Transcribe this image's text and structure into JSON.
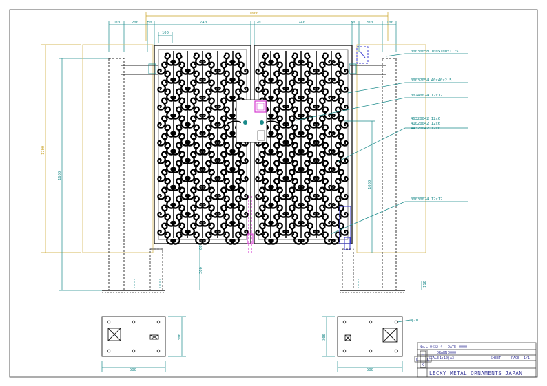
{
  "dimensions": {
    "overall_width": "1600",
    "seg_100_left": "100",
    "seg_200_left": "200",
    "seg_50_left": "50",
    "leaf_left": "740",
    "gap_center": "20",
    "leaf_right": "740",
    "seg_50_right": "50",
    "seg_200_right": "200",
    "seg_100_right": "100",
    "inner_100": "100",
    "height_outer": "1700",
    "height_inner": "1600",
    "handle_height": "1000",
    "bottom_clearance": "80",
    "foundation_depth": "300",
    "ground_right": "110",
    "base_left_width": "500",
    "base_left_height": "300",
    "base_right_width": "500",
    "base_right_height": "300",
    "hole_dia": "φ20"
  },
  "callouts": [
    "00030058 100x100x1.75",
    "00032054 40x40x2.5",
    "00240024 12x12",
    "46320042 12x6",
    "41020042 12x6",
    "44320042 12x6",
    "00030024 12x12"
  ],
  "title_block": {
    "drawing_no_label": "No.",
    "drawing_no": "L-0432-4",
    "date_label": "DATE",
    "date_value": "0000",
    "drawn_label": "DRAWN",
    "drawn_value": "0000",
    "scale_label": "SCALE",
    "scale_value": "1:10(A3)",
    "sheet_label": "SHEET",
    "page_label": "PAGE",
    "page_value": "1/1",
    "company": "LECKY METAL ORNAMENTS JAPAN",
    "logo_letters": [
      "L",
      "E",
      "C",
      "K"
    ]
  },
  "colors": {
    "teal": "#1a8a8a",
    "gold": "#c8a020",
    "pillar_outline": "#d9c06a",
    "magenta": "#d63ad0",
    "blue": "#3a3ad0",
    "frame": "#222222"
  }
}
